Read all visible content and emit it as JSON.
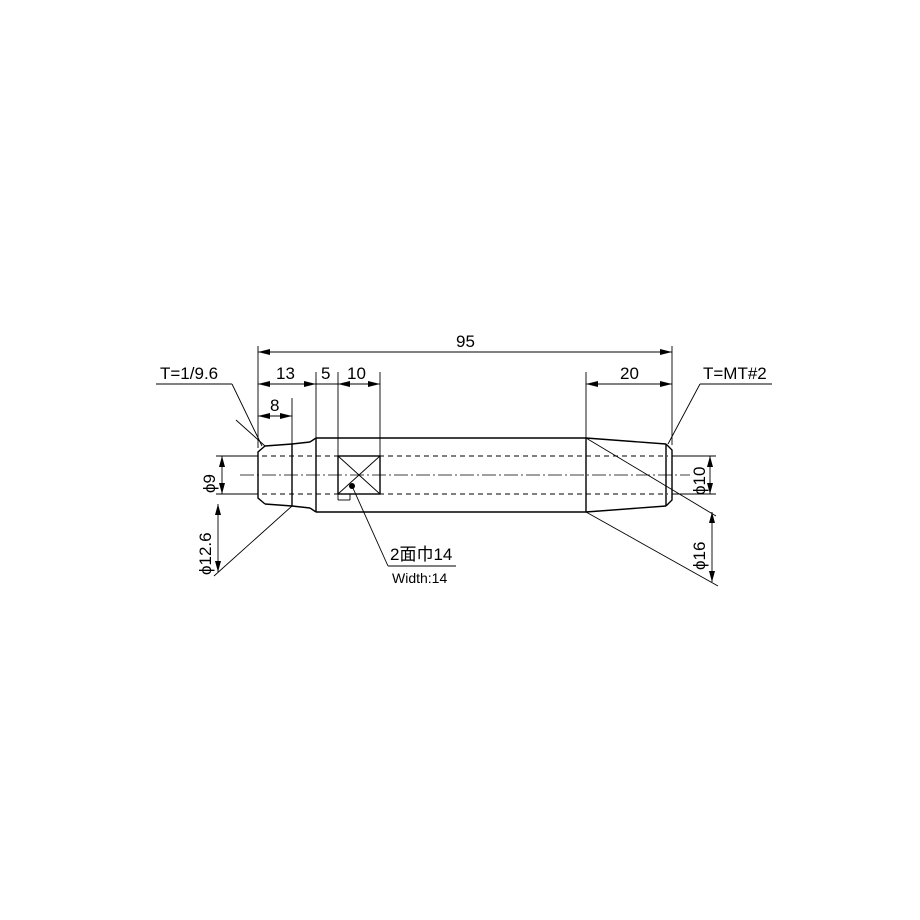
{
  "dimensions": {
    "overall_length": "95",
    "length_13": "13",
    "length_5": "5",
    "length_10": "10",
    "length_8": "8",
    "length_20": "20",
    "dia_9": "ϕ9",
    "dia_12_6": "ϕ12.6",
    "dia_10": "ϕ10",
    "dia_16": "ϕ16"
  },
  "notes": {
    "taper_left": "T=1/9.6",
    "taper_right": "T=MT#2",
    "flat_jp": "2面巾14",
    "flat_en": "Width:14"
  }
}
